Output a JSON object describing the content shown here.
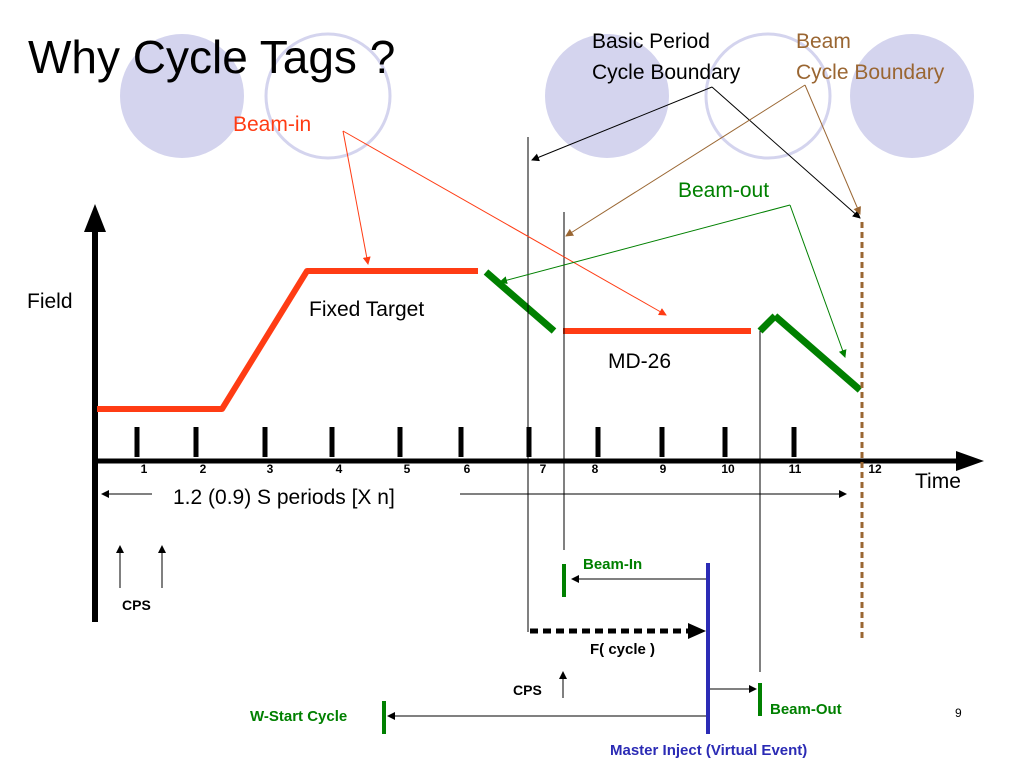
{
  "slide": {
    "title": "Why Cycle Tags ?",
    "page_number": "9"
  },
  "labels": {
    "basic_period_line1": "Basic Period",
    "basic_period_line2": "Cycle Boundary",
    "beam_line1": "Beam",
    "beam_line2": "Cycle Boundary",
    "beam_in": "Beam-in",
    "beam_out": "Beam-out",
    "field": "Field",
    "fixed_target": "Fixed Target",
    "md26": "MD-26",
    "time": "Time",
    "periods": "1.2 (0.9) S   periods [X n]"
  },
  "ticks": [
    "1",
    "2",
    "3",
    "4",
    "5",
    "6",
    "7",
    "8",
    "9",
    "10",
    "11",
    "12"
  ],
  "timing": {
    "cps": "CPS",
    "beam_in": "Beam-In",
    "f_cycle": "F( cycle )",
    "beam_out": "Beam-Out",
    "w_start_cycle": "W-Start Cycle",
    "master_inject": "Master Inject (Virtual Event)"
  },
  "colors": {
    "beam_in": "#ff3c14",
    "beam_out": "#008000",
    "beam_boundary": "#9a6632",
    "master": "#2b2bb5",
    "circles": "#d4d4ee"
  }
}
